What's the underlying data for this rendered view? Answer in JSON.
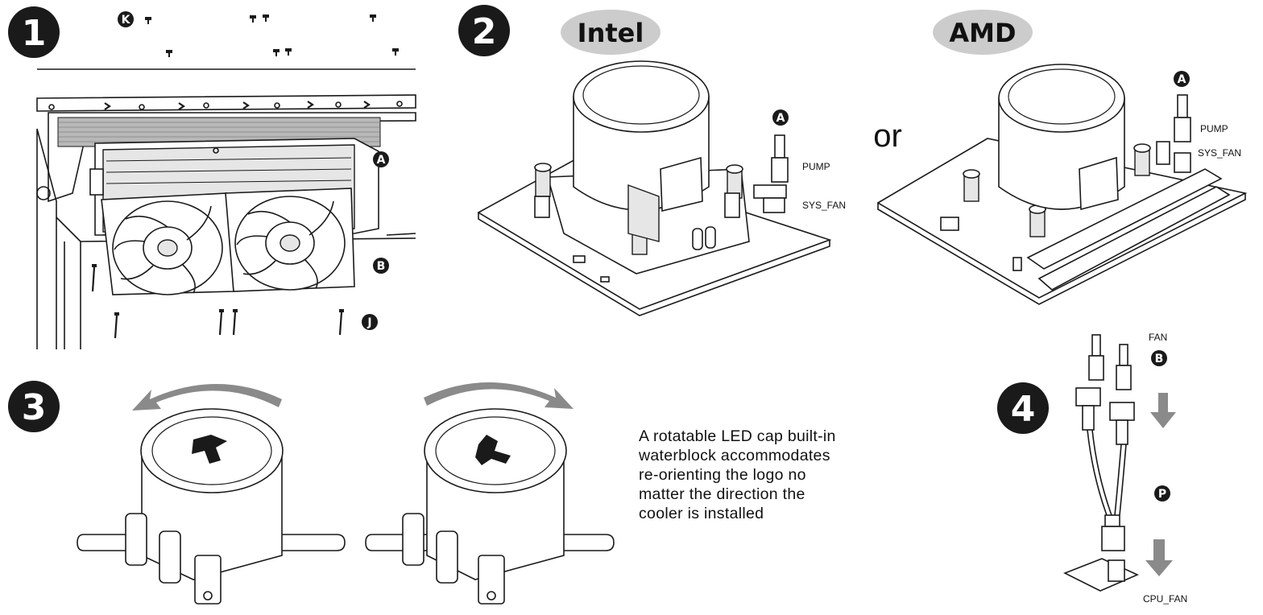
{
  "steps": {
    "one": "1",
    "two": "2",
    "three": "3",
    "four": "4"
  },
  "platforms": {
    "intel": "Intel",
    "amd": "AMD",
    "or": "or"
  },
  "parts": {
    "k": "K",
    "a": "A",
    "b": "B",
    "j": "J",
    "p": "P"
  },
  "connectors": {
    "pump": "PUMP",
    "sys_fan": "SYS_FAN",
    "fan": "FAN",
    "cpu_fan": "CPU_FAN"
  },
  "caption": {
    "line1": "A rotatable LED cap built-in",
    "line2": "waterblock accommodates",
    "line3": "re-orienting the logo no",
    "line4": "matter the direction the",
    "line5": "cooler is installed"
  },
  "colors": {
    "ink": "#1a1a1a",
    "pill": "#cccccc",
    "arrow": "#8a8a8a"
  }
}
